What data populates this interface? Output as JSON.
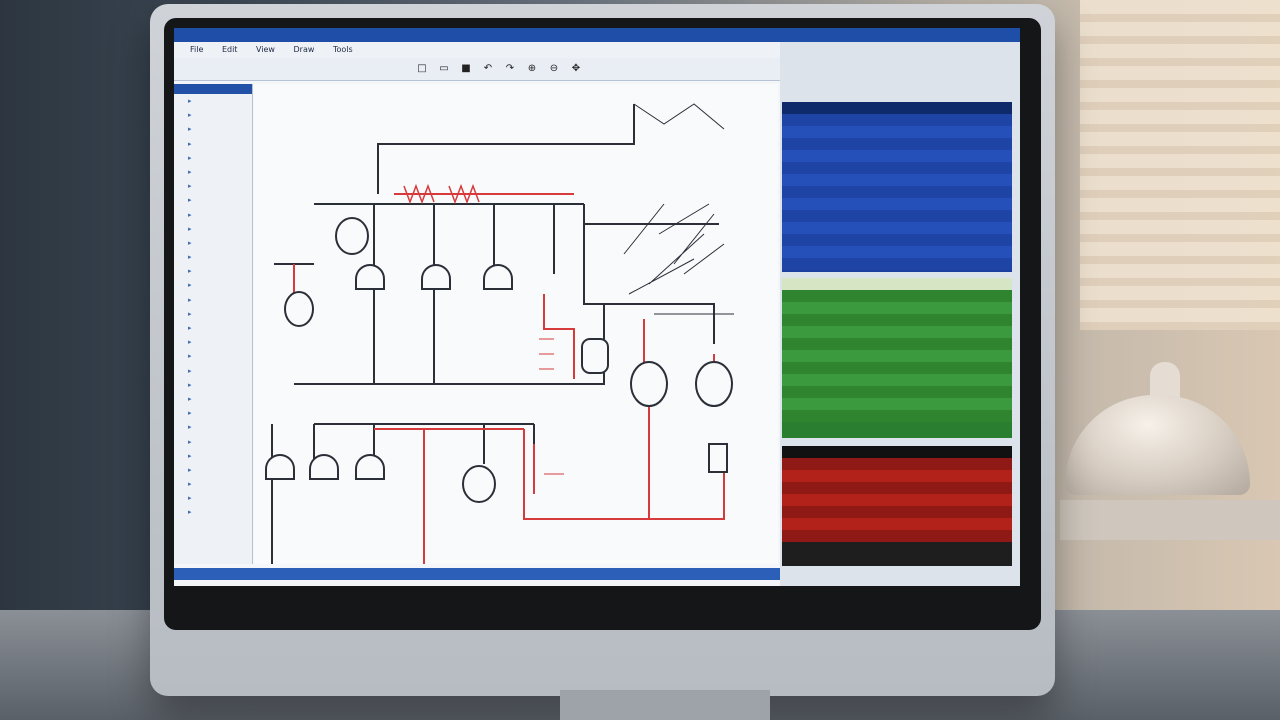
{
  "app": {
    "title": "",
    "brand": "",
    "menu": [
      "File",
      "Edit",
      "View",
      "Draw",
      "Tools"
    ],
    "toolbar_label": "",
    "toolbar_icons": [
      "new-icon",
      "open-icon",
      "save-icon",
      "undo-icon",
      "redo-icon",
      "zoom-in-icon",
      "zoom-out-icon",
      "pan-icon"
    ]
  },
  "sidebar": {
    "items": [
      "",
      "",
      "",
      "",
      "",
      "",
      "",
      "",
      "",
      "",
      "",
      "",
      "",
      "",
      "",
      "",
      "",
      "",
      "",
      "",
      "",
      "",
      "",
      "",
      "",
      "",
      "",
      "",
      "",
      ""
    ]
  },
  "statusbar": {
    "text": ""
  },
  "panels": {
    "blue": {
      "title": "",
      "rows": [
        [
          "",
          "",
          "",
          ""
        ],
        [
          "",
          "",
          "",
          ""
        ],
        [
          "",
          "",
          "",
          ""
        ],
        [
          "",
          "",
          "",
          ""
        ],
        [
          "",
          "",
          "",
          ""
        ],
        [
          "",
          "",
          "",
          ""
        ],
        [
          "",
          "",
          "",
          ""
        ],
        [
          "",
          "",
          "",
          ""
        ],
        [
          "",
          "",
          "",
          ""
        ],
        [
          "",
          "",
          "",
          ""
        ],
        [
          "",
          "",
          "",
          ""
        ],
        [
          "",
          "",
          "",
          ""
        ],
        [
          "",
          "",
          "",
          ""
        ]
      ]
    },
    "green": {
      "title": "",
      "rows": [
        [
          "",
          "",
          "",
          ""
        ],
        [
          "",
          "",
          "",
          ""
        ],
        [
          "",
          "",
          "",
          ""
        ],
        [
          "",
          "",
          "",
          ""
        ],
        [
          "",
          "",
          "",
          ""
        ],
        [
          "",
          "",
          "",
          ""
        ],
        [
          "",
          "",
          "",
          ""
        ],
        [
          "",
          "",
          "",
          ""
        ],
        [
          "",
          "",
          "",
          ""
        ],
        [
          "",
          "",
          "",
          ""
        ],
        [
          "",
          "",
          "",
          ""
        ]
      ]
    },
    "red": {
      "title": "",
      "rows": [
        [
          "",
          "",
          "",
          ""
        ],
        [
          "",
          "",
          "",
          ""
        ],
        [
          "",
          "",
          "",
          ""
        ],
        [
          "",
          "",
          "",
          ""
        ],
        [
          "",
          "",
          "",
          ""
        ],
        [
          "",
          "",
          "",
          ""
        ],
        [
          "",
          "",
          "",
          ""
        ]
      ]
    }
  },
  "colors": {
    "accent": "#1e4ea8",
    "wire_red": "#d63a3a",
    "wire_dark": "#2b2f38"
  }
}
